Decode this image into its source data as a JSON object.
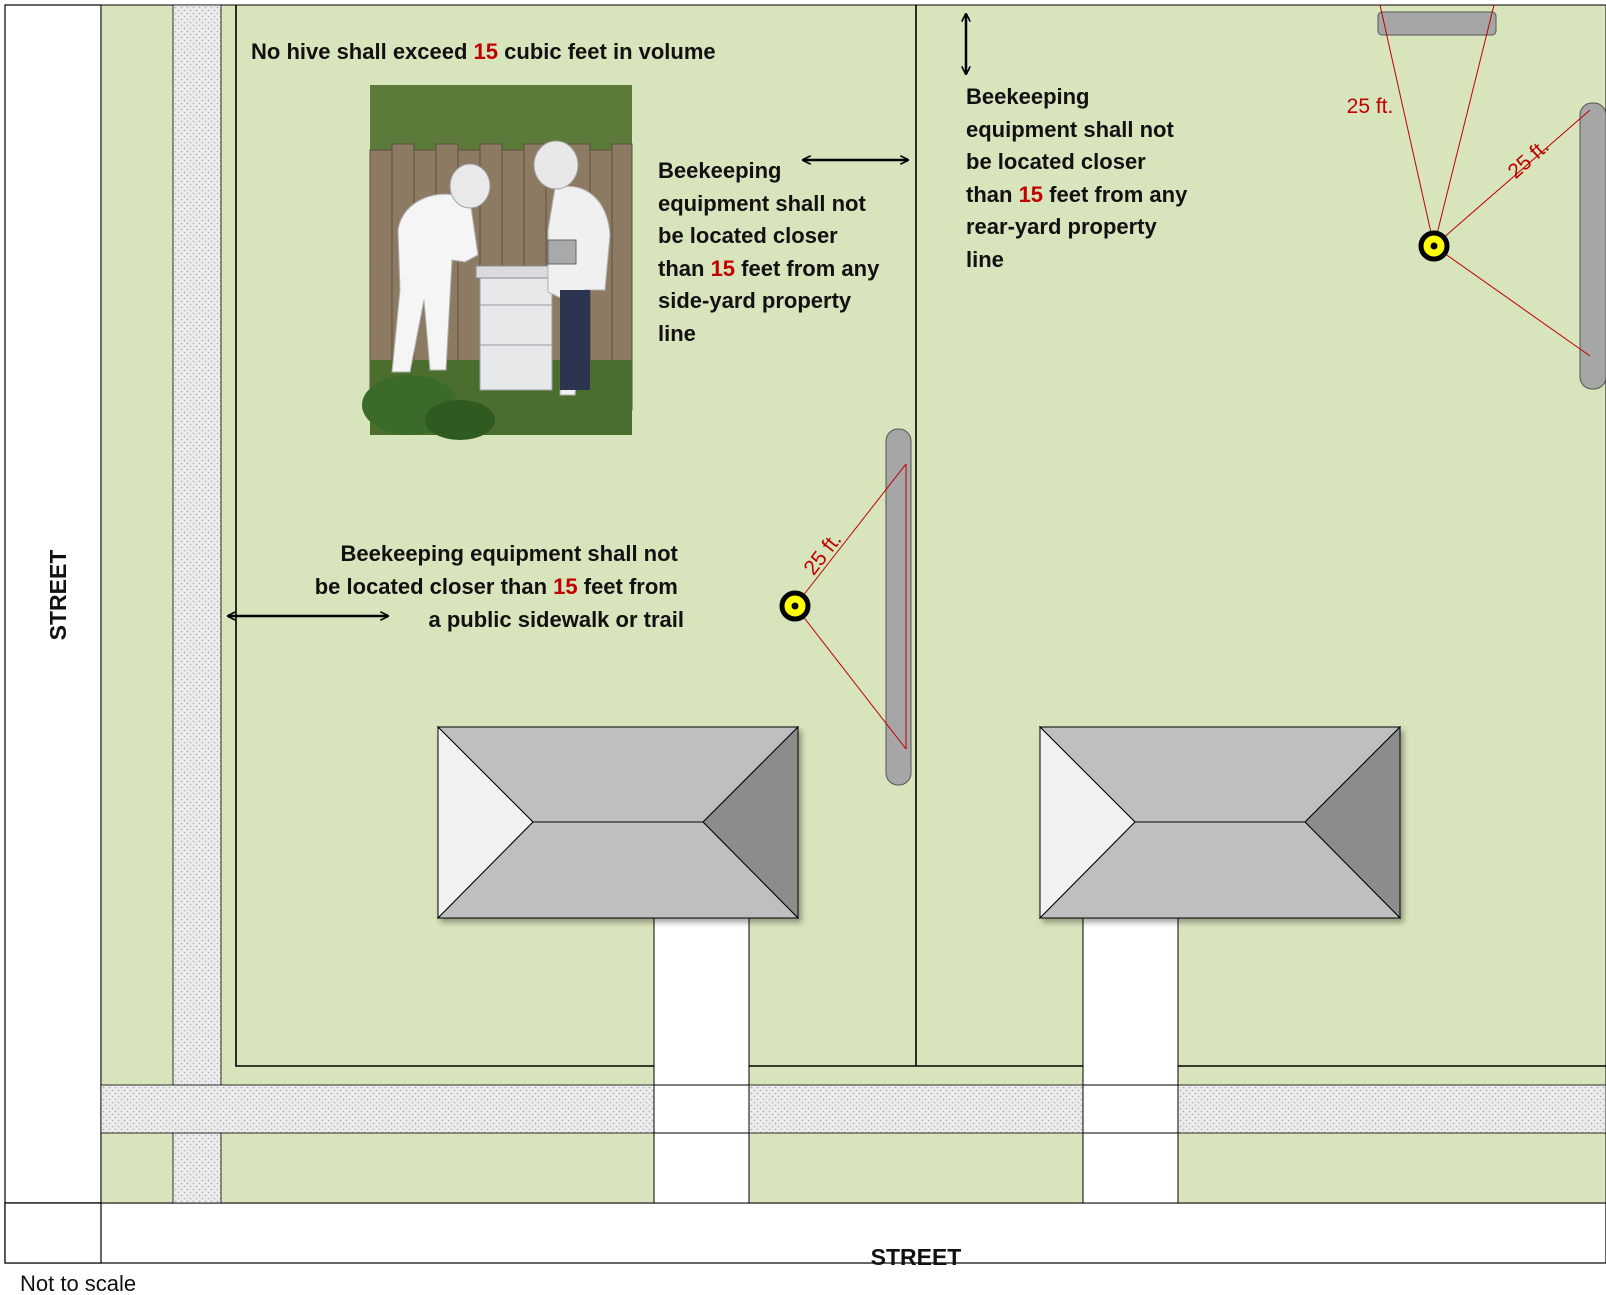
{
  "streets": {
    "left": "STREET",
    "bottom": "STREET"
  },
  "scale_note": "Not to scale",
  "notes": {
    "hive_volume": {
      "before": "No hive shall exceed ",
      "number": "15",
      "after": " cubic feet in volume"
    },
    "side_yard": {
      "l1": "Beekeeping",
      "l2": "equipment shall not",
      "l3": "be located closer",
      "l4_number": "15",
      "l4_after": " feet from any",
      "l4_before": "than ",
      "l5": "side-yard property",
      "l6": "line"
    },
    "rear_yard": {
      "l1": "Beekeeping",
      "l2": "equipment shall not",
      "l3": "be located closer",
      "l4_before": "than ",
      "l4_number": "15",
      "l4_after": " feet from any",
      "l5": "rear-yard property",
      "l6": "line"
    },
    "sidewalk": {
      "l1": "Beekeeping equipment shall not",
      "l2_before": "be located closer than ",
      "l2_number": "15",
      "l2_after": " feet from",
      "l3": "a public sidewalk or trail"
    }
  },
  "distance_labels": {
    "hive_1": "25 ft.",
    "hive_2_top": "25 ft.",
    "hive_2_right": "25 ft."
  },
  "photo": {
    "subject": "two beekeepers in protective suits inspecting a hive beside a wooden fence"
  },
  "colors": {
    "lawn": "#d8e4bc",
    "sidewalk": "#e6e6e6",
    "distance_line": "#c00000",
    "hive_marker": "#ffff00",
    "fence": "#a6a6a6",
    "roof_light": "#f2f2f2",
    "roof_mid": "#bfbfbf",
    "roof_dark": "#8c8c8c"
  }
}
